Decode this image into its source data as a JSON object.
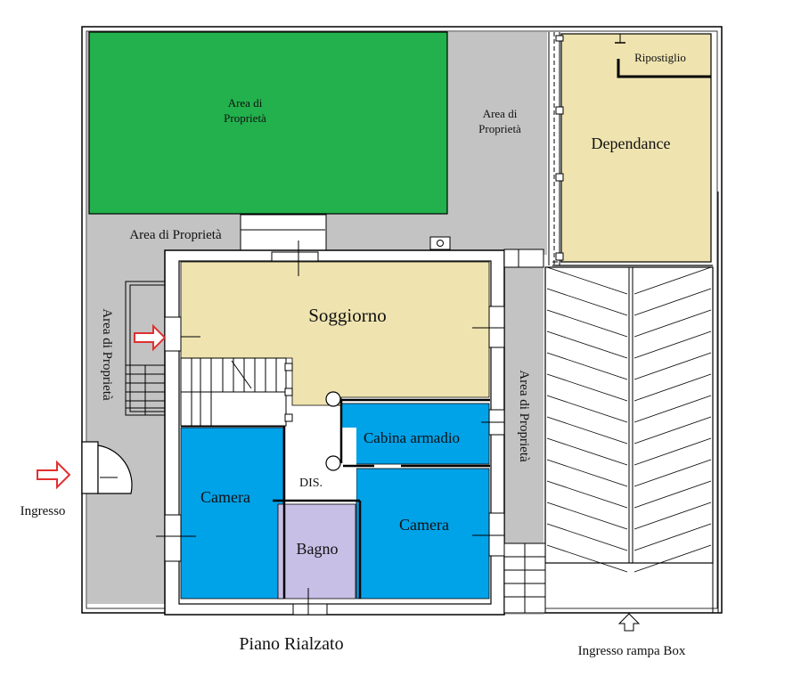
{
  "title": "Piano Rialzato",
  "entrance_label": "Ingresso",
  "ramp_entrance_label": "Ingresso rampa Box",
  "rooms": {
    "garden_area": {
      "line1": "Area di",
      "line2": "Proprietà"
    },
    "top_middle_area": {
      "line1": "Area di",
      "line2": "Proprietà"
    },
    "left_top_area": "Area di Proprietà",
    "left_vertical_area": "Area di Proprietà",
    "right_vertical_area": "Area di Proprietà",
    "dependance": "Dependance",
    "ripostiglio": "Ripostiglio",
    "soggiorno": "Soggiorno",
    "cabina_armadio": "Cabina armadio",
    "camera_left": "Camera",
    "camera_right": "Camera",
    "dis": "DIS.",
    "bagno": "Bagno"
  },
  "colors": {
    "garden": "#22b14c",
    "courtyard": "#c3c3c3",
    "living": "#efe4b0",
    "bedroom": "#00a2e8",
    "bath": "#c8bfe7",
    "wall": "#000000",
    "arrow": "#e03030"
  }
}
